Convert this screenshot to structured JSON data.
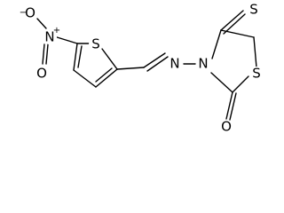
{
  "molecule": {
    "atoms": {
      "o_nitro_top": {
        "label": "O",
        "charge": "−"
      },
      "n_nitro": {
        "label": "N",
        "charge": "+"
      },
      "o_nitro_bottom": {
        "label": "O"
      },
      "s_thiophene": {
        "label": "S"
      },
      "n_imine": {
        "label": "N"
      },
      "n_thiazolidine": {
        "label": "N"
      },
      "s_thione": {
        "label": "S"
      },
      "s_ring": {
        "label": "S"
      },
      "o_carbonyl": {
        "label": "O"
      }
    }
  }
}
